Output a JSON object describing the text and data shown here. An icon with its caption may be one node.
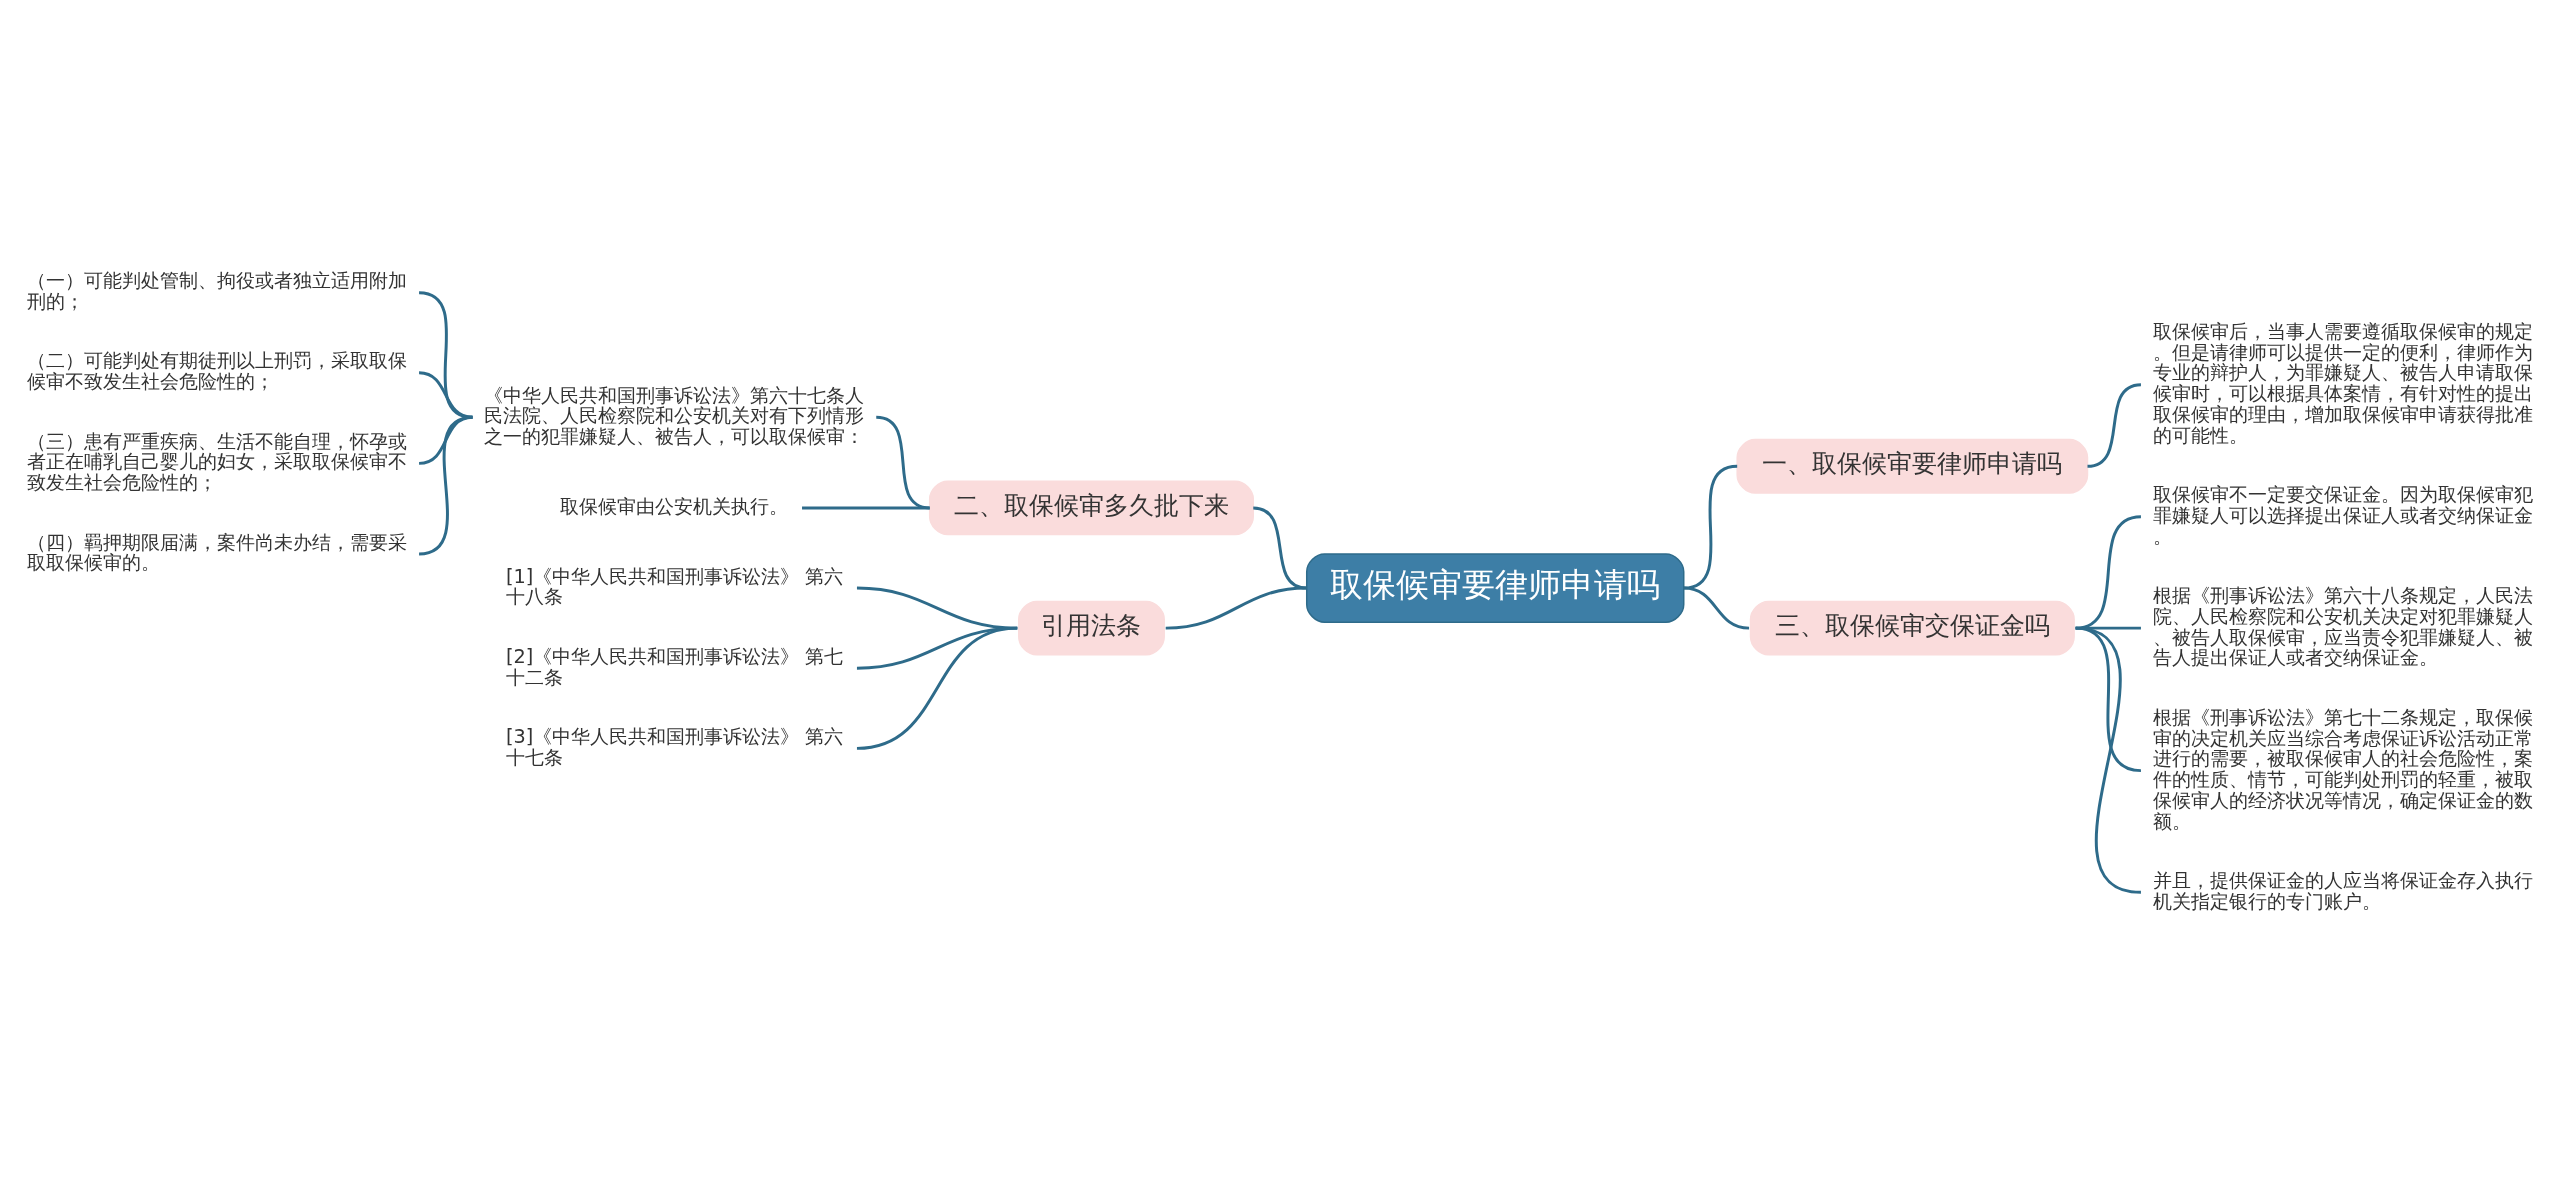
{
  "diagram": {
    "nodes": [
      {
        "text": [
          "取保候审要律师申请吗"
        ]
      },
      {
        "text": [
          "一、取保候审要律师申请吗"
        ]
      },
      {
        "text": [
          "取保候审后，当事人需要遵循取保候审的规定。但是请律师可以提供一定的便利，律师作为专业的辩护人，为罪嫌疑人、被告人申请取保候审时，可以根据具体案情，有针对性的提出取保候审的理由，增加取保候审申请获得批准的可能性。"
        ]
      },
      {
        "text": [
          "三、取保候审交保证金吗"
        ]
      },
      {
        "text": [
          "取保候审不一定要交保证金。因为取保候审犯罪嫌疑人可以选择提出保证人或者交纳保证金。"
        ]
      },
      {
        "text": [
          "根据《刑事诉讼法》第六十八条规定，人民法院、人民检察院和公安机关决定对犯罪嫌疑人、被告人取保候审，应当责令犯罪嫌疑人、被告人提出保证人或者交纳保证金。"
        ]
      },
      {
        "text": [
          "根据《刑事诉讼法》第七十二条规定，取保候审的决定机关应当综合考虑保证诉讼活动正常进行的需要，被取保候审人的社会危险性，案件的性质、情节，可能判处刑罚的轻重，被取保候审人的经济状况等情况，确定保证金的数额。"
        ]
      },
      {
        "text": [
          "并且，提供保证金的人应当将保证金存入执行机关指定银行的专门账户。"
        ]
      },
      {
        "text": [
          "二、取保候审多久批下来"
        ]
      },
      {
        "text": [
          "《中华人民共和国刑事诉讼法》第六十七条人民法院、人民检察院和公安机关对有下列情形之一的犯罪嫌疑人、被告人，可以取保候审："
        ]
      },
      {
        "text": [
          "（一）可能判处管制、拘役或者独立适用附加刑的；"
        ]
      },
      {
        "text": [
          "（二）可能判处有期徒刑以上刑罚，采取取保候审不致发生社会危险性的；"
        ]
      },
      {
        "text": [
          "（三）患有严重疾病、生活不能自理，怀孕或者正在哺乳自己婴儿的妇女，采取取保候审不致发生社会危险性的；"
        ]
      },
      {
        "text": [
          "（四）羁押期限届满，案件尚未办结，需要采取取保候审的。"
        ]
      },
      {
        "text": [
          "取保候审由公安机关执行。"
        ]
      },
      {
        "text": [
          "引用法条"
        ]
      },
      {
        "text": [
          "[1]《中华人民共和国刑事诉讼法》 第六十八条"
        ]
      },
      {
        "text": [
          "[2]《中华人民共和国刑事诉讼法》 第七十二条"
        ]
      },
      {
        "text": [
          "[3]《中华人民共和国刑事诉讼法》 第六十七条"
        ]
      }
    ],
    "edges": [
      {
        "from": 0,
        "to": 1,
        "arrow": "none"
      },
      {
        "from": 1,
        "to": 2,
        "arrow": "none"
      },
      {
        "from": 0,
        "to": 3,
        "arrow": "none"
      },
      {
        "from": 3,
        "to": 4,
        "arrow": "none"
      },
      {
        "from": 3,
        "to": 5,
        "arrow": "none"
      },
      {
        "from": 3,
        "to": 6,
        "arrow": "none"
      },
      {
        "from": 3,
        "to": 7,
        "arrow": "none"
      },
      {
        "from": 0,
        "to": 8,
        "arrow": "none"
      },
      {
        "from": 8,
        "to": 9,
        "arrow": "none"
      },
      {
        "from": 9,
        "to": 10,
        "arrow": "none"
      },
      {
        "from": 9,
        "to": 11,
        "arrow": "none"
      },
      {
        "from": 9,
        "to": 12,
        "arrow": "none"
      },
      {
        "from": 9,
        "to": 13,
        "arrow": "none"
      },
      {
        "from": 8,
        "to": 14,
        "arrow": "none"
      },
      {
        "from": 0,
        "to": 15,
        "arrow": "none"
      },
      {
        "from": 15,
        "to": 16,
        "arrow": "none"
      },
      {
        "from": 15,
        "to": 17,
        "arrow": "none"
      },
      {
        "from": 15,
        "to": 18,
        "arrow": "none"
      }
    ]
  }
}
